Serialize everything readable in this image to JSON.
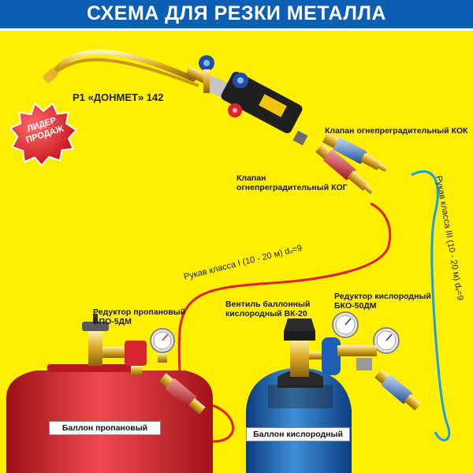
{
  "header": {
    "title": "СХЕМА ДЛЯ РЕЗКИ МЕТАЛЛА"
  },
  "colors": {
    "background": "#ffef00",
    "header": "#0c5fb4",
    "oxygen_hose": "#1a9fe0",
    "propane_hose": "#e31e24",
    "propane_cylinder": "#d8232a",
    "oxygen_cylinder": "#1b5fae"
  },
  "badge": {
    "line1": "ЛИДЕР",
    "line2": "ПРОДАЖ"
  },
  "labels": {
    "torch": "Р1 «ДОНМЕТ» 142",
    "valve_kok": "Клапан огнепреградительный КОК",
    "valve_kog_line1": "Клапан",
    "valve_kog_line2": "огнепреградительный КОГ",
    "propane_reducer_line1": "Редуктор пропановый",
    "propane_reducer_line2": "БПО-5ДМ",
    "cylinder_valve_line1": "Вентиль баллонный",
    "cylinder_valve_line2": "кислородный ВК-20",
    "oxygen_reducer_line1": "Редуктор кислородный",
    "oxygen_reducer_line2": "БКО-50ДМ",
    "propane_cylinder": "Баллон пропановый",
    "oxygen_cylinder": "Баллон кислородный"
  },
  "hoses": {
    "class1": "Рукав класса I  (10 - 20 м) dᵥ=9",
    "class3": "Рукав класса III  (10 - 20 м) dᵥ=9"
  }
}
